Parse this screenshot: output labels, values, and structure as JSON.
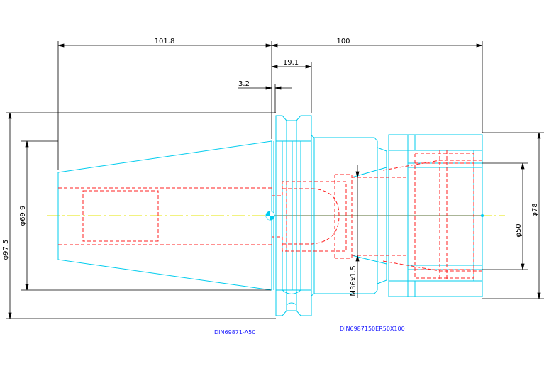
{
  "drawing": {
    "dimensions": {
      "total_taper": "101.8",
      "total_body": "100",
      "flange_width": "19.1",
      "gap": "3.2",
      "dia_flange": "φ97.5",
      "dia_taper": "φ69.9",
      "dia_nut": "φ78",
      "dia_bore": "φ50",
      "thread": "M36x1.5"
    },
    "labels": {
      "part_left": "DIN69871-A50",
      "part_right": "DIN6987150ER50X100"
    },
    "colors": {
      "outline": "#00ccee",
      "hidden": "#ff2020",
      "dimension": "#000000",
      "centerline": "#e6e600",
      "caption": "#1a1aff"
    }
  }
}
